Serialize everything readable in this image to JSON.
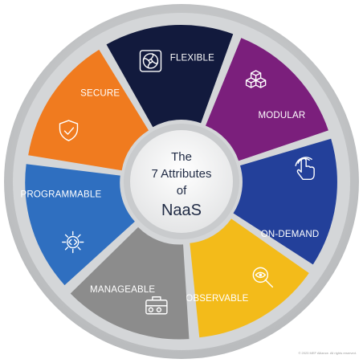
{
  "center": {
    "line1": "The",
    "line2": "7 Attributes",
    "line3": "of",
    "line4": "NaaS"
  },
  "segments": [
    {
      "label": "MODULAR",
      "color": "#7b1f7c",
      "icon": "cubes-icon"
    },
    {
      "label": "ON-DEMAND",
      "color": "#23409a",
      "icon": "touch-icon"
    },
    {
      "label": "OBSERVABLE",
      "color": "#f3bb1a",
      "icon": "magnifier-eye-icon"
    },
    {
      "label": "MANAGEABLE",
      "color": "#8c8c8c",
      "icon": "toolbox-icon"
    },
    {
      "label": "PROGRAMMABLE",
      "color": "#2f6fc0",
      "icon": "gear-code-icon"
    },
    {
      "label": "SECURE",
      "color": "#f07b1f",
      "icon": "shield-check-icon"
    },
    {
      "label": "FLEXIBLE",
      "color": "#121a3d",
      "icon": "fan-icon"
    }
  ],
  "footer": {
    "copyright": "© 2023 MEF Alliance. All rights reserved."
  },
  "colors": {
    "outer_ring": "#c6c8ca",
    "inner_ring": "#dcdee0",
    "center_fill": "#f2f2f2"
  }
}
